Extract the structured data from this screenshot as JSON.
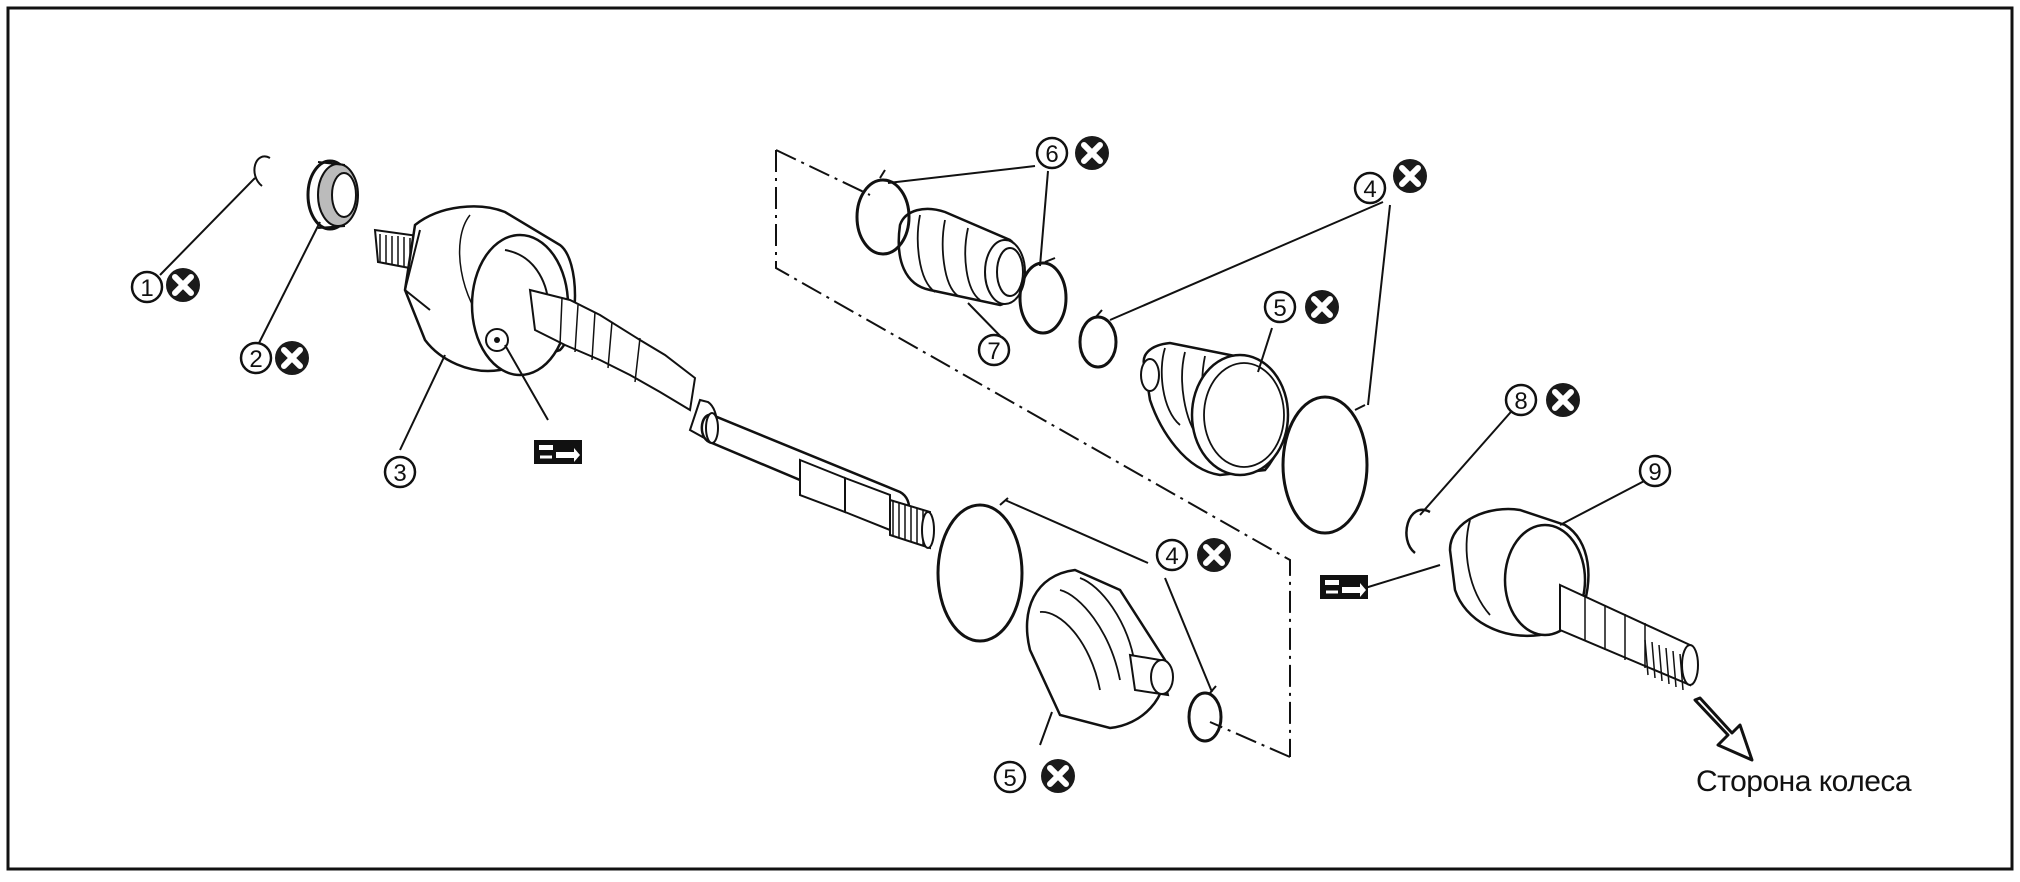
{
  "callouts": [
    {
      "id": "c1",
      "number": "1",
      "replace": true
    },
    {
      "id": "c2",
      "number": "2",
      "replace": true
    },
    {
      "id": "c3",
      "number": "3",
      "replace": false
    },
    {
      "id": "c4a",
      "number": "4",
      "replace": true
    },
    {
      "id": "c4b",
      "number": "4",
      "replace": true
    },
    {
      "id": "c5a",
      "number": "5",
      "replace": true
    },
    {
      "id": "c5b",
      "number": "5",
      "replace": true
    },
    {
      "id": "c6",
      "number": "6",
      "replace": true
    },
    {
      "id": "c7",
      "number": "7",
      "replace": false
    },
    {
      "id": "c8",
      "number": "8",
      "replace": true
    },
    {
      "id": "c9",
      "number": "9",
      "replace": false
    }
  ],
  "symbols": {
    "replace_icon": "x-circle-icon",
    "grease_icon": "grease-gun-icon"
  },
  "direction_label": "Сторона колеса",
  "colors": {
    "line": "#111111",
    "background": "#ffffff",
    "replace_icon_fill": "#1a1a1a"
  }
}
